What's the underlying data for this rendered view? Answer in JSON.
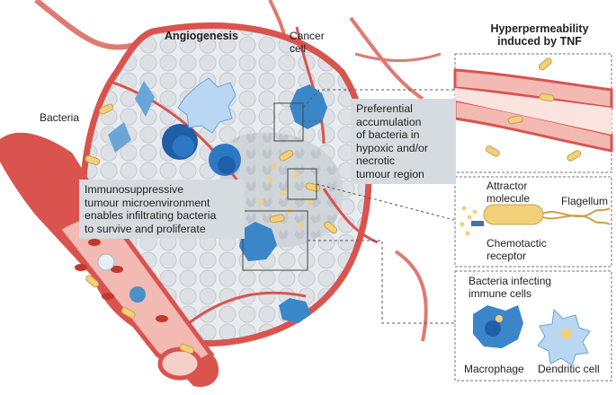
{
  "labels": {
    "angiogenesis": "Angiogenesis",
    "cancer_cell": "Cancer\ncell",
    "bacteria": "Bacteria",
    "hyperpermeability": "Hyperpermeability\ninduced by TNF",
    "preferential": "Preferential\naccumulation\nof bacteria in\nhypoxic and/or\nnecrotic\ntumour region",
    "immunosuppressive": "Immunosuppressive\ntumour microenvironment\nenables infiltrating bacteria\nto survive and proliferate",
    "attractor": "Attractor\nmolecule",
    "flagellum": "Flagellum",
    "chemotactic": "Chemotactic\nreceptor",
    "bacteria_infecting": "Bacteria infecting\nimmune cells",
    "macrophage": "Macrophage",
    "dendritic": "Dendritic cell"
  },
  "colors": {
    "vessel": "#d9534f",
    "vessel_light": "#f3b9b3",
    "tumour_cell": "#dfe3e8",
    "blue_cell": "#4a90c8",
    "bacteria": "#f2d07a",
    "callout_bg": "#d6dbe0"
  }
}
